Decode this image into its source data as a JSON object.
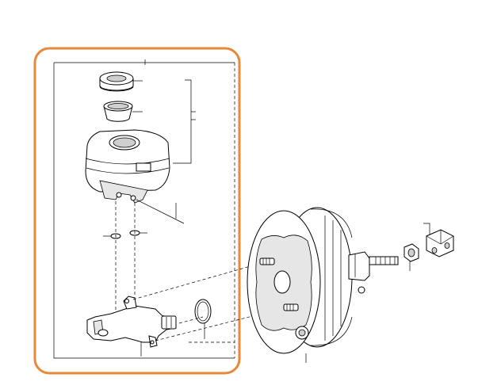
{
  "diagram": {
    "highlight_color": "#E8893A",
    "line_color": "#000000",
    "background": "#ffffff",
    "parts": [
      "reservoir-cap",
      "reservoir-strainer",
      "reservoir-tank",
      "reservoir-grommets",
      "master-cylinder",
      "o-ring-gasket",
      "brake-booster",
      "push-rod-nut",
      "clevis"
    ]
  }
}
